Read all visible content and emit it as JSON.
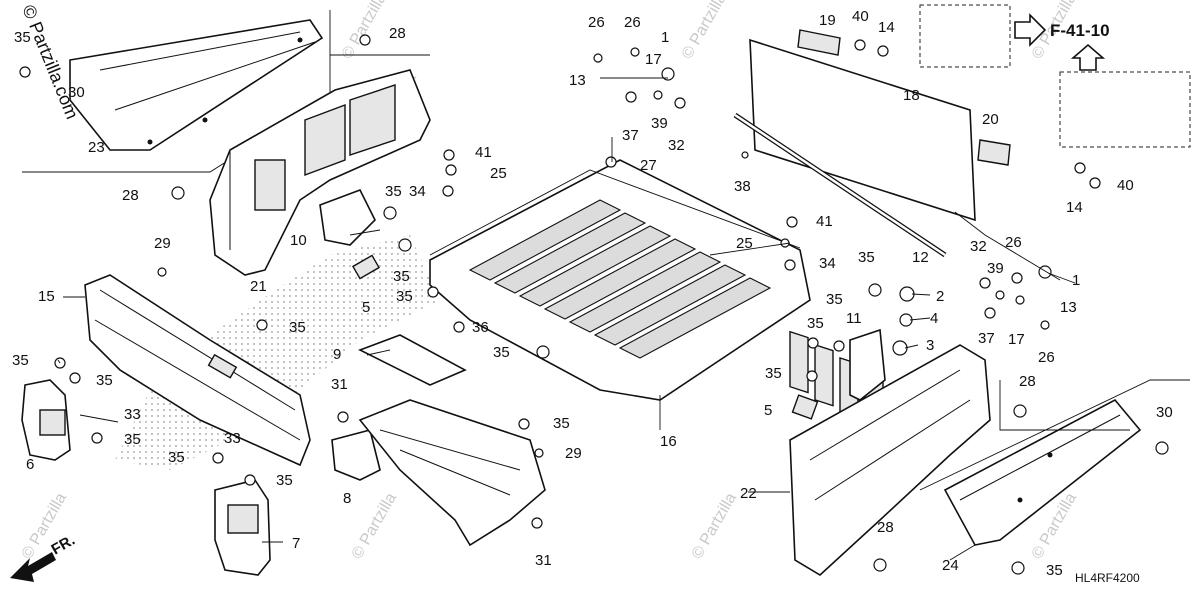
{
  "copyright_mark": "© Partzilla.com",
  "watermark_text": "© Partzilla",
  "reference_label": "F-41-10",
  "diagram_code": "HL4RF4200",
  "front_label": "FR.",
  "callouts": {
    "c1a": "1",
    "c1b": "1",
    "c2": "2",
    "c3": "3",
    "c4": "4",
    "c5a": "5",
    "c5b": "5",
    "c6": "6",
    "c7": "7",
    "c8": "8",
    "c9": "9",
    "c10": "10",
    "c11": "11",
    "c12": "12",
    "c13a": "13",
    "c13b": "13",
    "c14a": "14",
    "c14b": "14",
    "c15": "15",
    "c16": "16",
    "c17a": "17",
    "c17b": "17",
    "c18": "18",
    "c19": "19",
    "c20": "20",
    "c21": "21",
    "c22": "22",
    "c23": "23",
    "c24": "24",
    "c25a": "25",
    "c25b": "25",
    "c26a": "26",
    "c26b": "26",
    "c26c": "26",
    "c26d": "26",
    "c27": "27",
    "c28a": "28",
    "c28b": "28",
    "c28c": "28",
    "c28d": "28",
    "c29a": "29",
    "c29b": "29",
    "c30a": "30",
    "c30b": "30",
    "c31a": "31",
    "c31b": "31",
    "c32a": "32",
    "c32b": "32",
    "c33a": "33",
    "c33b": "33",
    "c34a": "34",
    "c34b": "34",
    "c35a": "35",
    "c35b": "35",
    "c35c": "35",
    "c35d": "35",
    "c35e": "35",
    "c35f": "35",
    "c35g": "35",
    "c35h": "35",
    "c35i": "35",
    "c35j": "35",
    "c35k": "35",
    "c35l": "35",
    "c35m": "35",
    "c35n": "35",
    "c35o": "35",
    "c35p": "35",
    "c35q": "35",
    "c36": "36",
    "c37a": "37",
    "c37b": "37",
    "c38": "38",
    "c39a": "39",
    "c39b": "39",
    "c40a": "40",
    "c40b": "40",
    "c41a": "41",
    "c41b": "41"
  }
}
